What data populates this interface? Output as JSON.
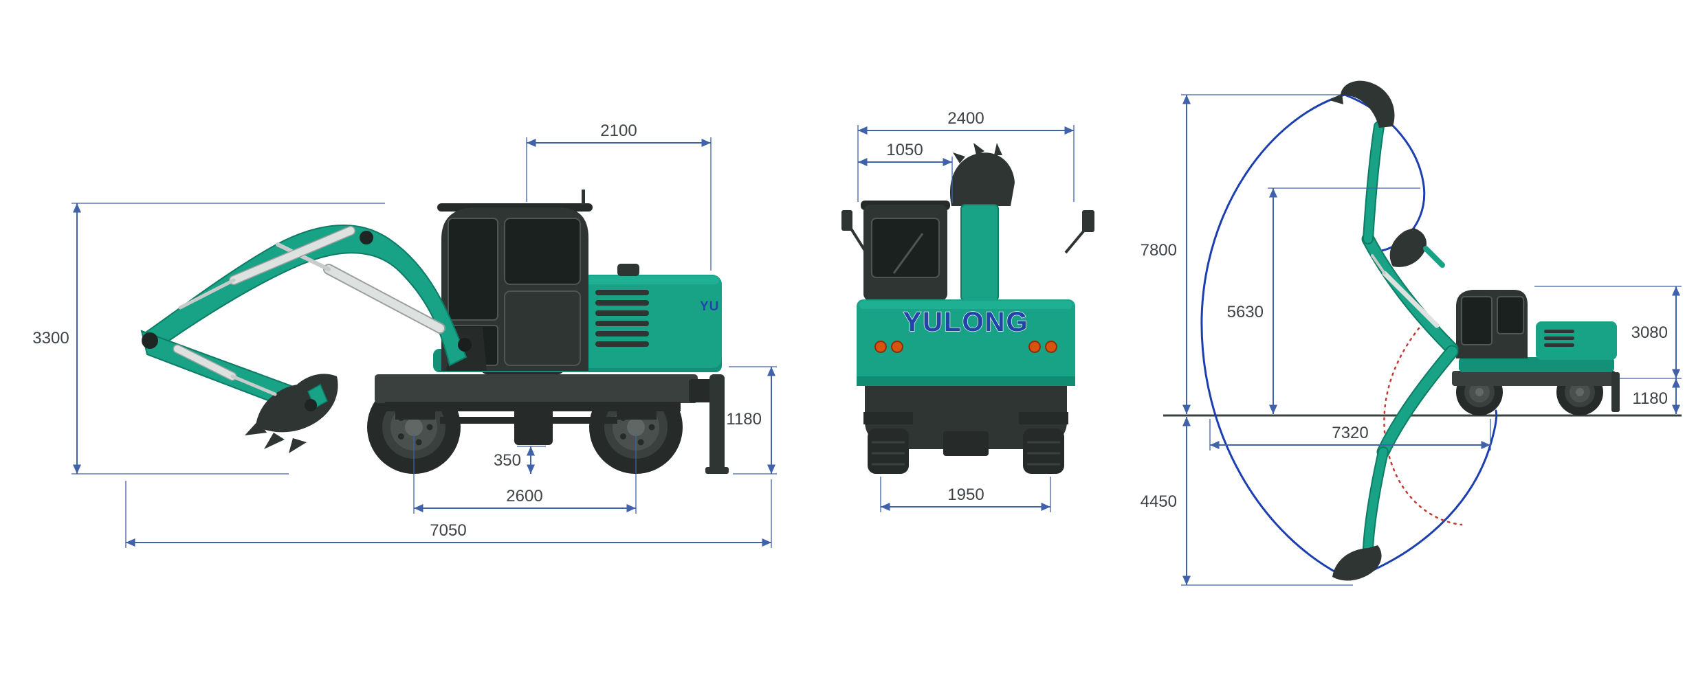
{
  "brand": {
    "logo_text": "YULONG",
    "side_logo_fragment": "YU"
  },
  "side_view": {
    "upper_length": "2100",
    "overall_height": "3300",
    "chassis_height": "1180",
    "ground_clearance": "350",
    "wheelbase": "2600",
    "overall_length": "7050"
  },
  "rear_view": {
    "overall_width": "2400",
    "cab_width": "1050",
    "track_width": "1950"
  },
  "working_range": {
    "max_height": "7800",
    "dump_height": "5630",
    "upper_height": "3080",
    "chassis_height": "1180",
    "max_reach": "7320",
    "max_depth": "4450"
  },
  "colors": {
    "body_teal": "#18a286",
    "body_dark": "#2f3533",
    "dimension_blue": "#3f62ab",
    "logo_blue": "#2243a8",
    "envelope_blue": "#1b3faf",
    "trace_red": "#c13b33",
    "cylinder_silver": "#dde1e0",
    "light_orange": "#d9530e"
  }
}
